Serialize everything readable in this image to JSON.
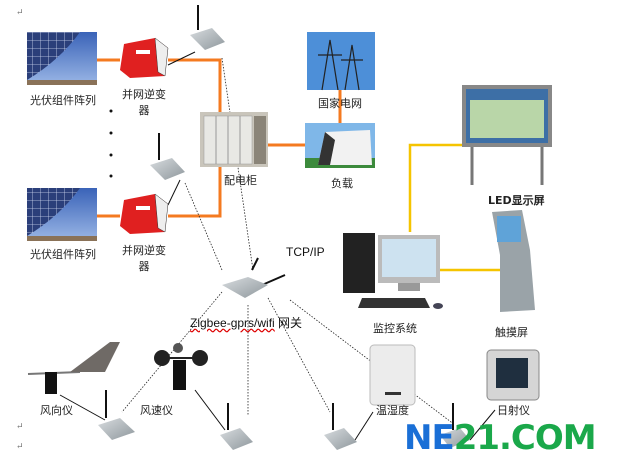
{
  "labels": {
    "pv_array_1": "光伏组件阵列",
    "pv_array_2": "光伏组件阵列",
    "inverter_1_line1": "并网逆变",
    "inverter_1_line2": "器",
    "inverter_2_line1": "并网逆变",
    "inverter_2_line2": "器",
    "distribution_cabinet": "配电柜",
    "national_grid": "国家电网",
    "load": "负载",
    "led_display": "LED显示屏",
    "monitoring_system": "监控系统",
    "touch_screen": "触摸屏",
    "tcp_ip": "TCP/IP",
    "gateway_en": "Zigbee-gprs/wifi",
    "gateway_cn": "网关",
    "wind_direction": "风向仪",
    "wind_speed": "风速仪",
    "temp_humidity": "温湿度",
    "pyranometer": "日射仪"
  },
  "watermark": {
    "ne": "NE",
    "num": "21.COM"
  },
  "colors": {
    "power_line": "#f47a20",
    "network_line": "#f5c400",
    "logo_blue": "#1a6fd6",
    "logo_green": "#1aa84a"
  }
}
